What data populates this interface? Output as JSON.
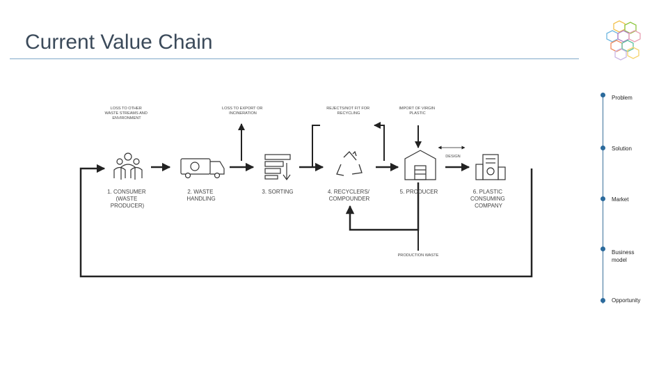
{
  "slide": {
    "title": "Current Value Chain"
  },
  "diagram": {
    "steps": [
      {
        "id": "consumer",
        "lines": [
          "1. CONSUMER",
          "(WASTE",
          "PRODUCER)"
        ]
      },
      {
        "id": "waste-handling",
        "lines": [
          "2. WASTE",
          "HANDLING"
        ]
      },
      {
        "id": "sorting",
        "lines": [
          "3. SORTING"
        ]
      },
      {
        "id": "recyclers",
        "lines": [
          "4. RECYCLERS/",
          "COMPOUNDER"
        ]
      },
      {
        "id": "producer",
        "lines": [
          "5. PRODUCER"
        ]
      },
      {
        "id": "plastic-consuming",
        "lines": [
          "6. PLASTIC",
          "CONSUMING",
          "COMPANY"
        ]
      }
    ],
    "annotations": {
      "loss_other": [
        "LOSS TO OTHER",
        "WASTE STREAMS AND",
        "ENVIRONMENT"
      ],
      "loss_export": [
        "LOSS TO EXPORT OR",
        "INCINERATION"
      ],
      "rejects": [
        "REJECTS/NOT FIT FOR",
        "RECYCLING"
      ],
      "import_virgin": [
        "IMPORT OF VIRGIN",
        "PLASTIC"
      ],
      "design": "DESIGN",
      "production_waste": "PRODUCTION WASTE"
    }
  },
  "nav": {
    "items": [
      {
        "label": "Problem"
      },
      {
        "label": "Solution"
      },
      {
        "label": "Market"
      },
      {
        "label": "Business model"
      },
      {
        "label": "Opportunity"
      }
    ]
  }
}
